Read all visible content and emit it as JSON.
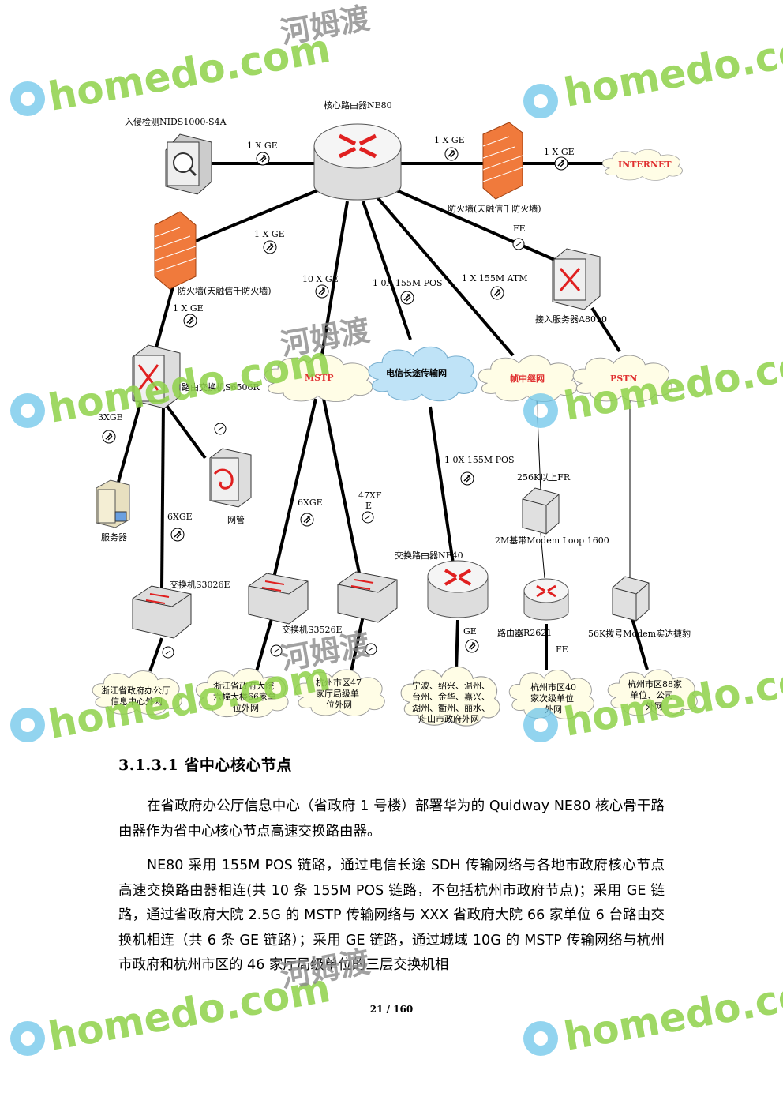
{
  "diagram": {
    "nodes": {
      "core_router": "核心路由器NE80",
      "ids": "入侵检测NIDS1000-S4A",
      "firewall_top": "防火墙(天融信千防火墙)",
      "firewall_left": "防火墙(天融信千防火墙)",
      "internet": "INTERNET",
      "access_server": "接入服务器A8010",
      "switch_6506": "路由交换机S6506R",
      "server": "服务器",
      "netmgmt": "网管",
      "switch_3026": "交换机S3026E",
      "switch_3526": "交换机S3526E",
      "router_ne40": "交换路由器NE40",
      "modem_loop": "2M基带Modem Loop 1600",
      "router_2621": "路由器R2621",
      "modem_56k": "56K拨号Modem实达捷豹"
    },
    "clouds": {
      "mstp": "MSTP",
      "telecom": "电信长途传输网",
      "frame_relay": "帧中继网",
      "pstn": "PSTN",
      "c1": [
        "浙江省政府办公厅",
        "信息中心外网"
      ],
      "c2": [
        "浙江省政府大院",
        "六幢大楼66家单",
        "位外网"
      ],
      "c3": [
        "杭州市区47",
        "家厅局级单",
        "位外网"
      ],
      "c4": [
        "宁波、绍兴、温州、",
        "台州、金华、嘉兴、",
        "湖州、衢州、丽水、",
        "舟山市政府外网"
      ],
      "c5": [
        "杭州市区40",
        "家次级单位",
        "外网"
      ],
      "c6": [
        "杭州市区88家",
        "单位、公司",
        "外网"
      ]
    },
    "links": {
      "l_ids": "1 X GE",
      "l_fw_top": "1 X GE",
      "l_internet": "1 X GE",
      "l_fw_left": "1 X GE",
      "l_fe": "FE",
      "l_10ge": "10  X GE",
      "l_10pos": "1 0X 155M  POS",
      "l_atm": "1 X 155M  ATM",
      "l_fw_sw": "1 X GE",
      "l_3xge": "3XGE",
      "l_6xge_a": "6XGE",
      "l_6xge_b": "6XGE",
      "l_47xfe_1": "47XF",
      "l_47xfe_2": "E",
      "l_10pos_b": "1 0X 155M  POS",
      "l_256k": "256K以上FR",
      "l_ge": "GE",
      "l_fe2": "FE"
    }
  },
  "heading": "3.1.3.1 省中心核心节点",
  "paragraphs": {
    "p1": "在省政府办公厅信息中心（省政府 1 号楼）部署华为的 Quidway NE80 核心骨干路由器作为省中心核心节点高速交换路由器。",
    "p2": "NE80 采用 155M POS 链路，通过电信长途 SDH 传输网络与各地市政府核心节点高速交换路由器相连(共 10 条 155M POS 链路，不包括杭州市政府节点)；采用 GE 链路，通过省政府大院 2.5G 的 MSTP 传输网络与 XXX 省政府大院 66 家单位 6 台路由交换机相连（共 6 条 GE 链路）；采用 GE 链路，通过城域 10G 的 MSTP 传输网络与杭州市政府和杭州市区的 46 家厅局级单位的三层交换机相"
  },
  "footer": "21 / 160",
  "watermark": {
    "text": "homedo.com",
    "cn": "河姆渡"
  },
  "colors": {
    "firewall": "#f07a3c",
    "cloud_text": "#e03030",
    "watermark": "#8fd24a",
    "telecom_cloud": "#bfe3f7"
  }
}
